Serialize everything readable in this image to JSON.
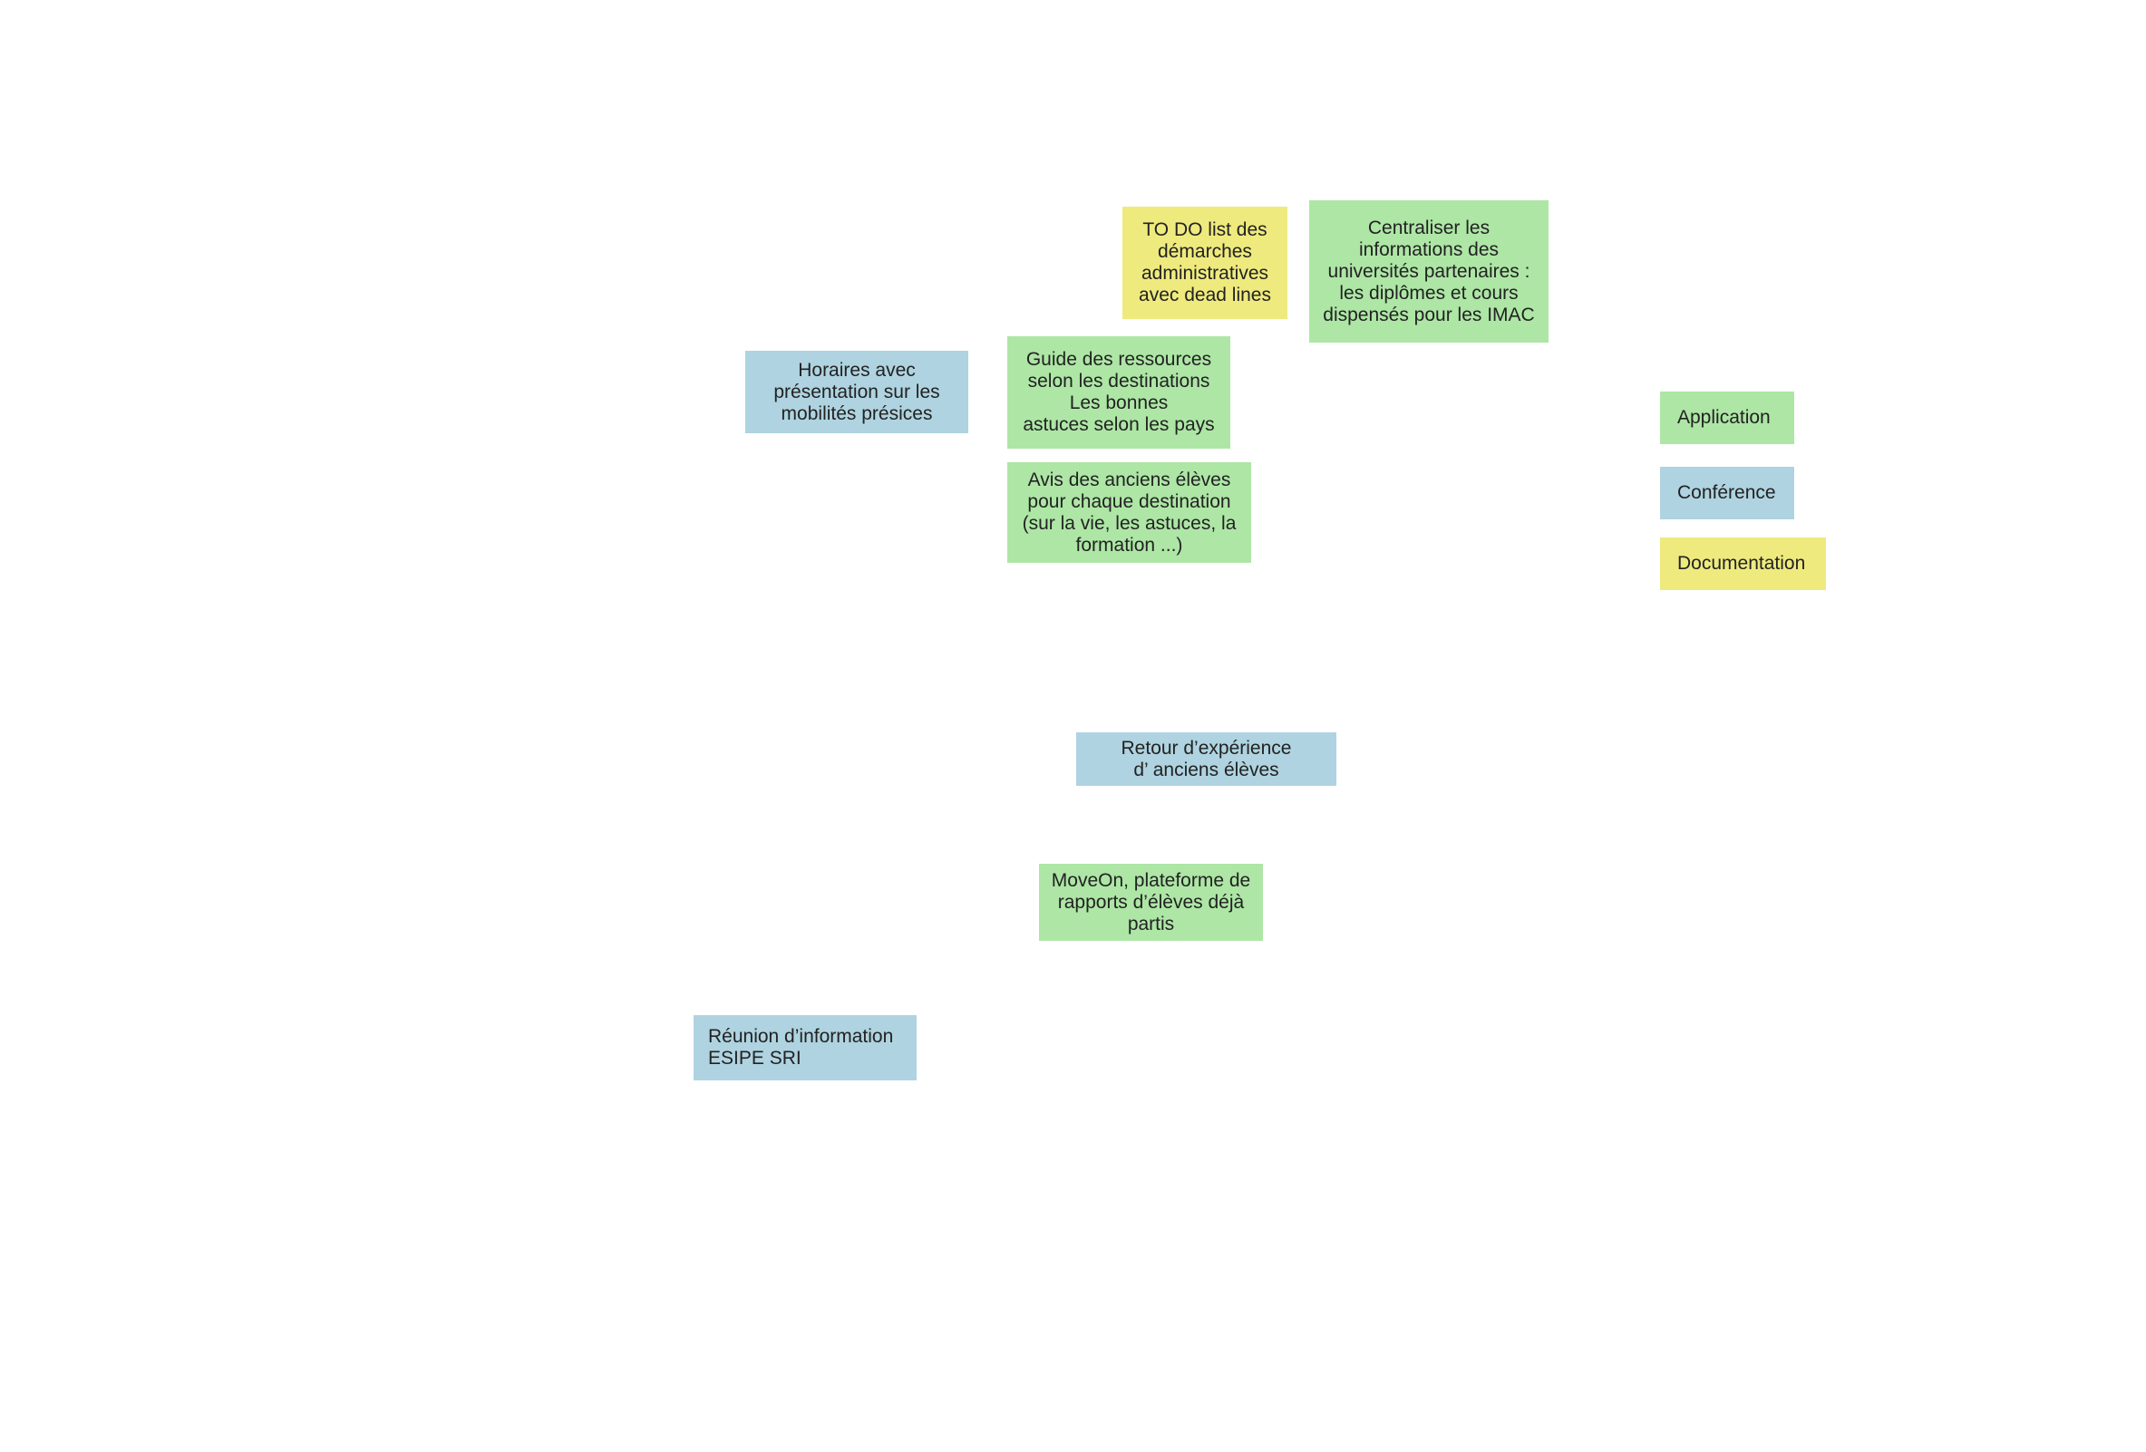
{
  "colors": {
    "application": "#ade6a5",
    "conference": "#afd3e0",
    "documentation": "#eeea7e"
  },
  "notes": {
    "todo": {
      "text": "TO DO list des\ndémarches\nadministratives\navec dead lines",
      "category": "documentation"
    },
    "centraliser": {
      "text": "Centraliser les\ninformations des\nuniversités partenaires :\nles diplômes et cours\ndispensés pour les IMAC",
      "category": "application"
    },
    "horaires": {
      "text": "Horaires avec\nprésentation sur les\nmobilités présices",
      "category": "conference"
    },
    "guide": {
      "text": "Guide des ressources\nselon les destinations\nLes bonnes\nastuces selon les pays",
      "category": "application"
    },
    "avis": {
      "text": "Avis des anciens élèves\npour chaque destination\n(sur la vie, les astuces, la\nformation ...)",
      "category": "application"
    },
    "retour": {
      "text": "Retour d’expérience\nd’ anciens élèves",
      "category": "conference"
    },
    "moveon": {
      "text": "MoveOn, plateforme de\nrapports d’élèves déjà\npartis",
      "category": "application"
    },
    "reunion": {
      "text": "Réunion d’information\nESIPE SRI",
      "category": "conference"
    }
  },
  "legend": {
    "application": "Application",
    "conference": "Conférence",
    "documentation": "Documentation"
  }
}
